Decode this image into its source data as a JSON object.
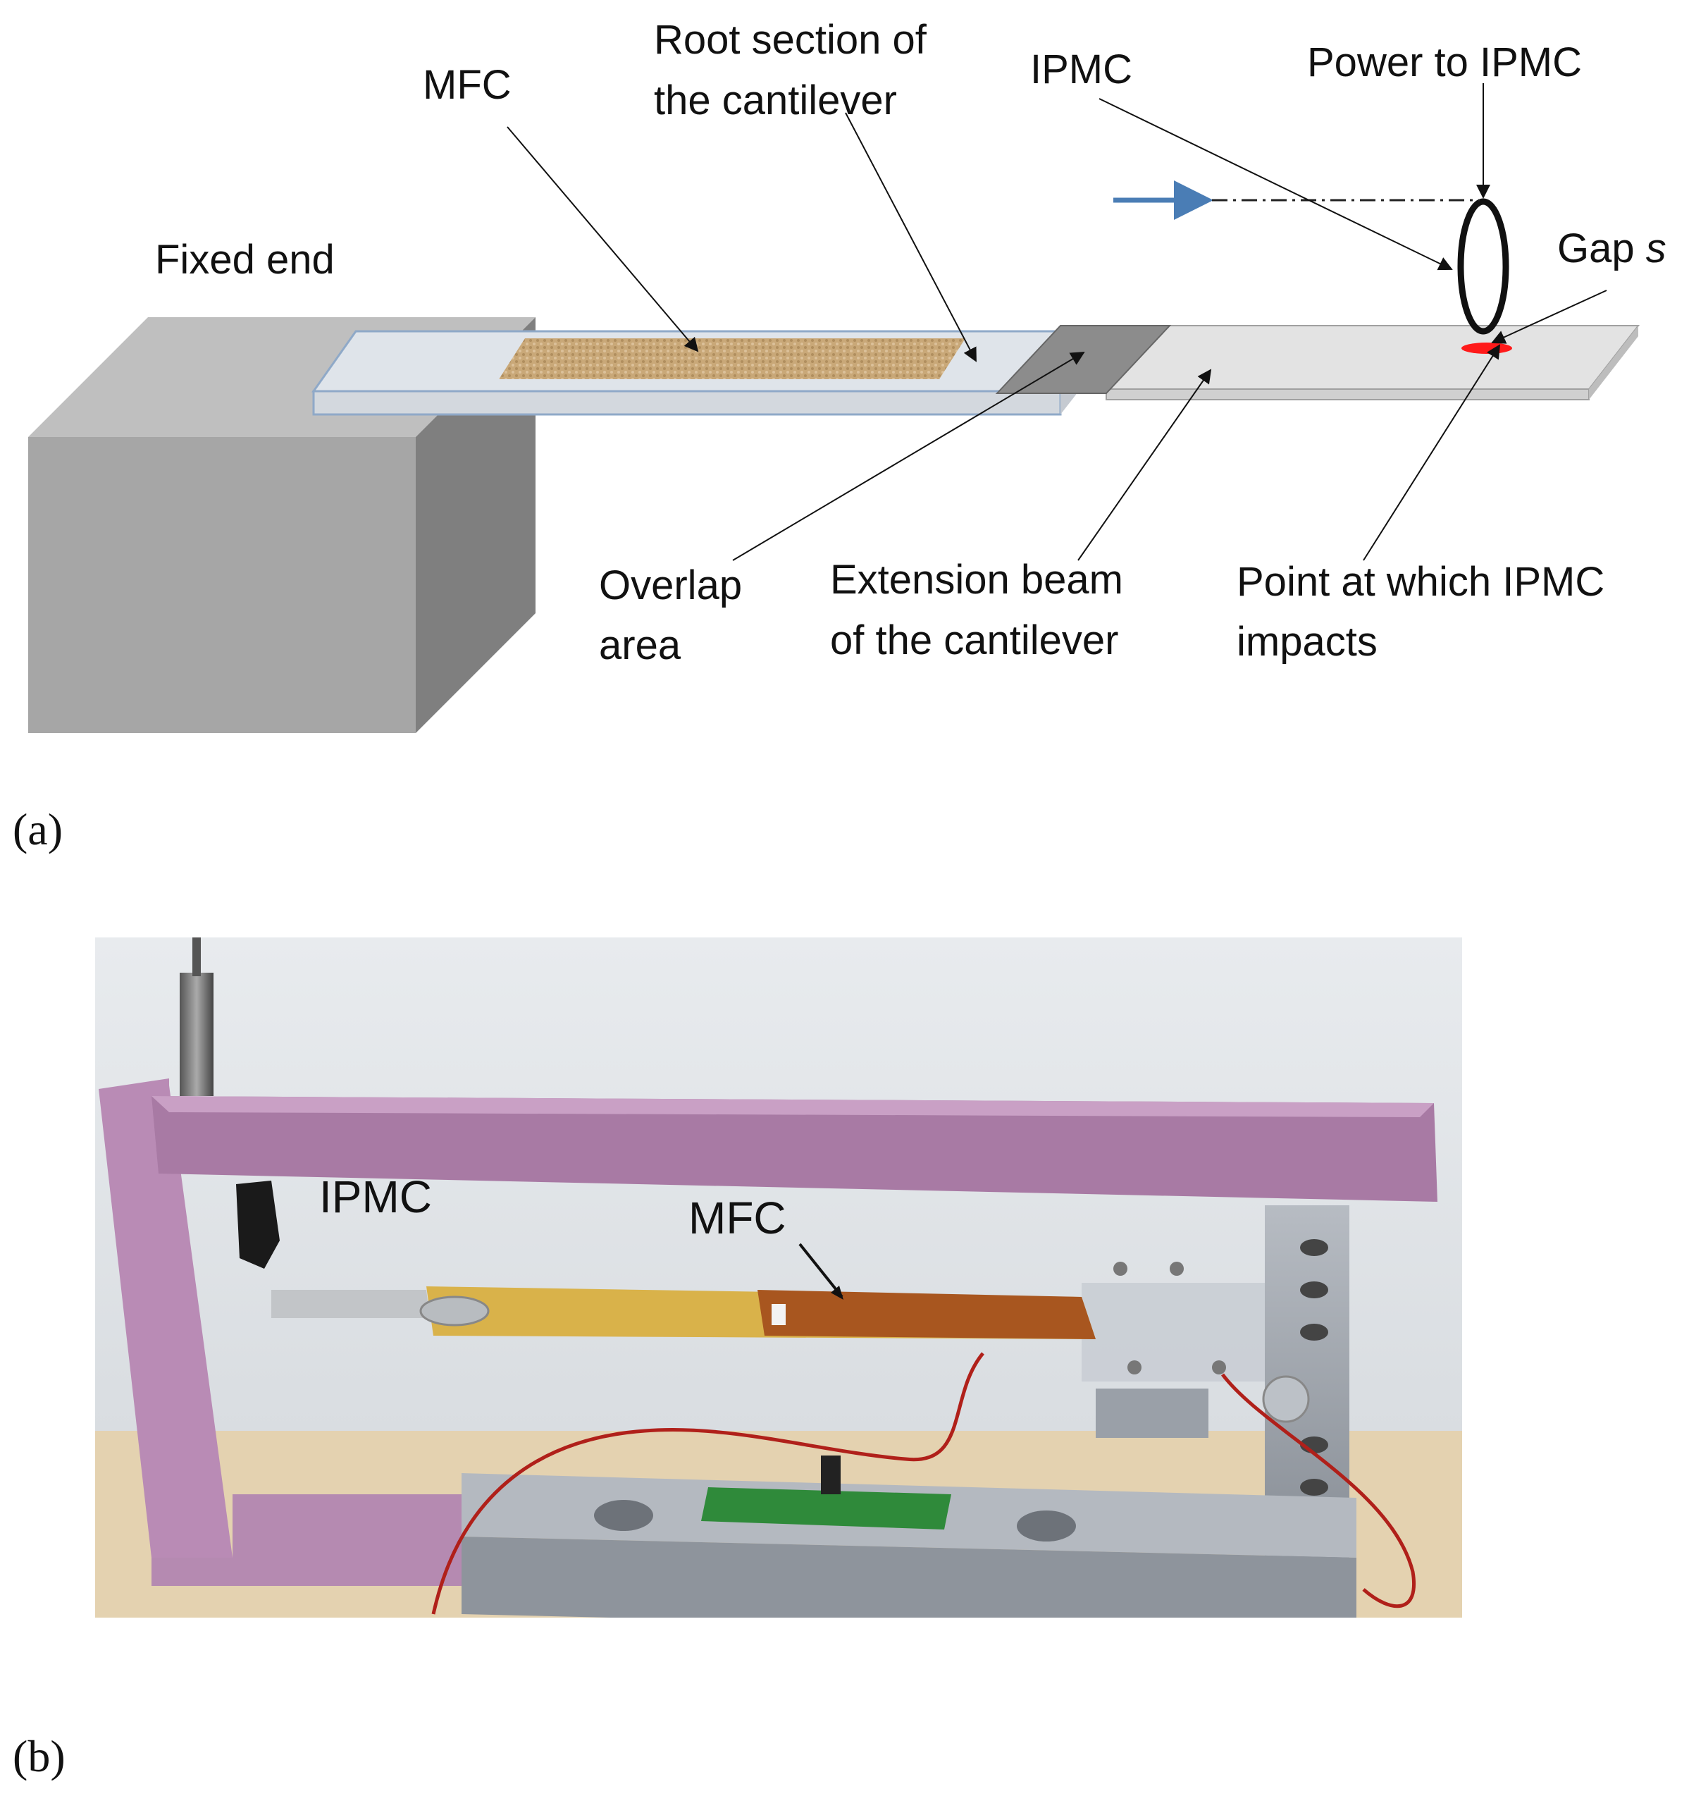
{
  "panel_a": {
    "label": "(a)",
    "labels": {
      "mfc": "MFC",
      "root_section_line1": "Root section of",
      "root_section_line2": "the cantilever",
      "ipmc": "IPMC",
      "power_to_ipmc": "Power to IPMC",
      "fixed_end": "Fixed end",
      "gap": "Gap",
      "gap_symbol": "s",
      "overlap_line1": "Overlap",
      "overlap_line2": "area",
      "extension_line1": "Extension  beam",
      "extension_line2": "of the cantilever",
      "impact_line1": "Point at which IPMC",
      "impact_line2": "impacts"
    }
  },
  "panel_b": {
    "label": "(b)",
    "labels": {
      "ipmc": "IPMC",
      "mfc": "MFC"
    }
  },
  "colors": {
    "block": "#a6a6a6",
    "block_side": "#7f7f7f",
    "beam": "#dadfe6",
    "overlap": "#8c8c8c",
    "mfc": "#c8a87a",
    "impact_point": "#ff1a1a",
    "arrow_blue": "#4a7db5",
    "foam": "#b889b4",
    "aluminum": "#9aa0a8",
    "wall": "#e9ecef",
    "table": "#e4d2b0"
  }
}
